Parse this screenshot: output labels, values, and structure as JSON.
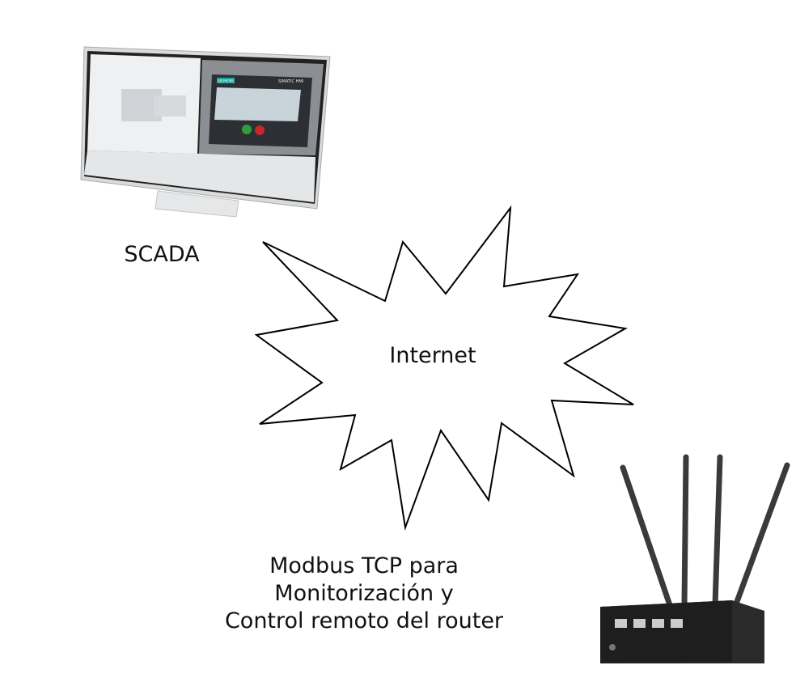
{
  "nodes": {
    "scada": {
      "label": "SCADA"
    },
    "internet": {
      "label": "Internet"
    },
    "router": {
      "label_lines": [
        "Modbus TCP para",
        "Monitorización y",
        "Control remoto del router"
      ]
    }
  },
  "monitor_screen": {
    "brand": "SIEMENS",
    "hmi_title": "SIMATIC HMI"
  },
  "colors": {
    "stroke": "#000000",
    "hmi_green": "#2e9e3a",
    "hmi_red": "#c8282a",
    "router_body": "#2a2a2a"
  }
}
